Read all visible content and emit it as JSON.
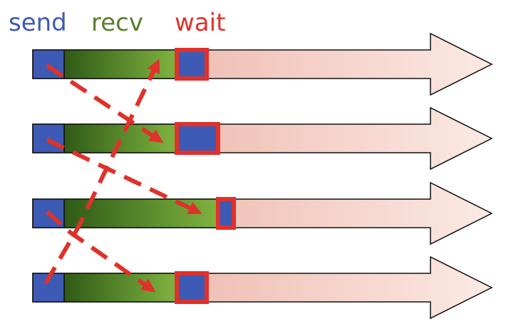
{
  "legend": {
    "send": "send",
    "recv": "recv",
    "wait": "wait"
  },
  "colors": {
    "send": "#3d5ab4",
    "recv_dark": "#2f5a16",
    "recv_light": "#7fb33f",
    "wait_border": "#e0312a",
    "wait_fill": "#3d5ab4",
    "arrow_body_left": "#e9a89a",
    "arrow_body_right": "#fbeae4",
    "message": "#e0312a"
  },
  "processes": [
    {
      "id": "p1"
    },
    {
      "id": "p2"
    },
    {
      "id": "p3"
    },
    {
      "id": "p4"
    }
  ],
  "messages": [
    {
      "from": "p1",
      "to": "p2"
    },
    {
      "from": "p2",
      "to": "p3"
    },
    {
      "from": "p3",
      "to": "p4"
    },
    {
      "from": "p4",
      "to": "p1"
    }
  ]
}
